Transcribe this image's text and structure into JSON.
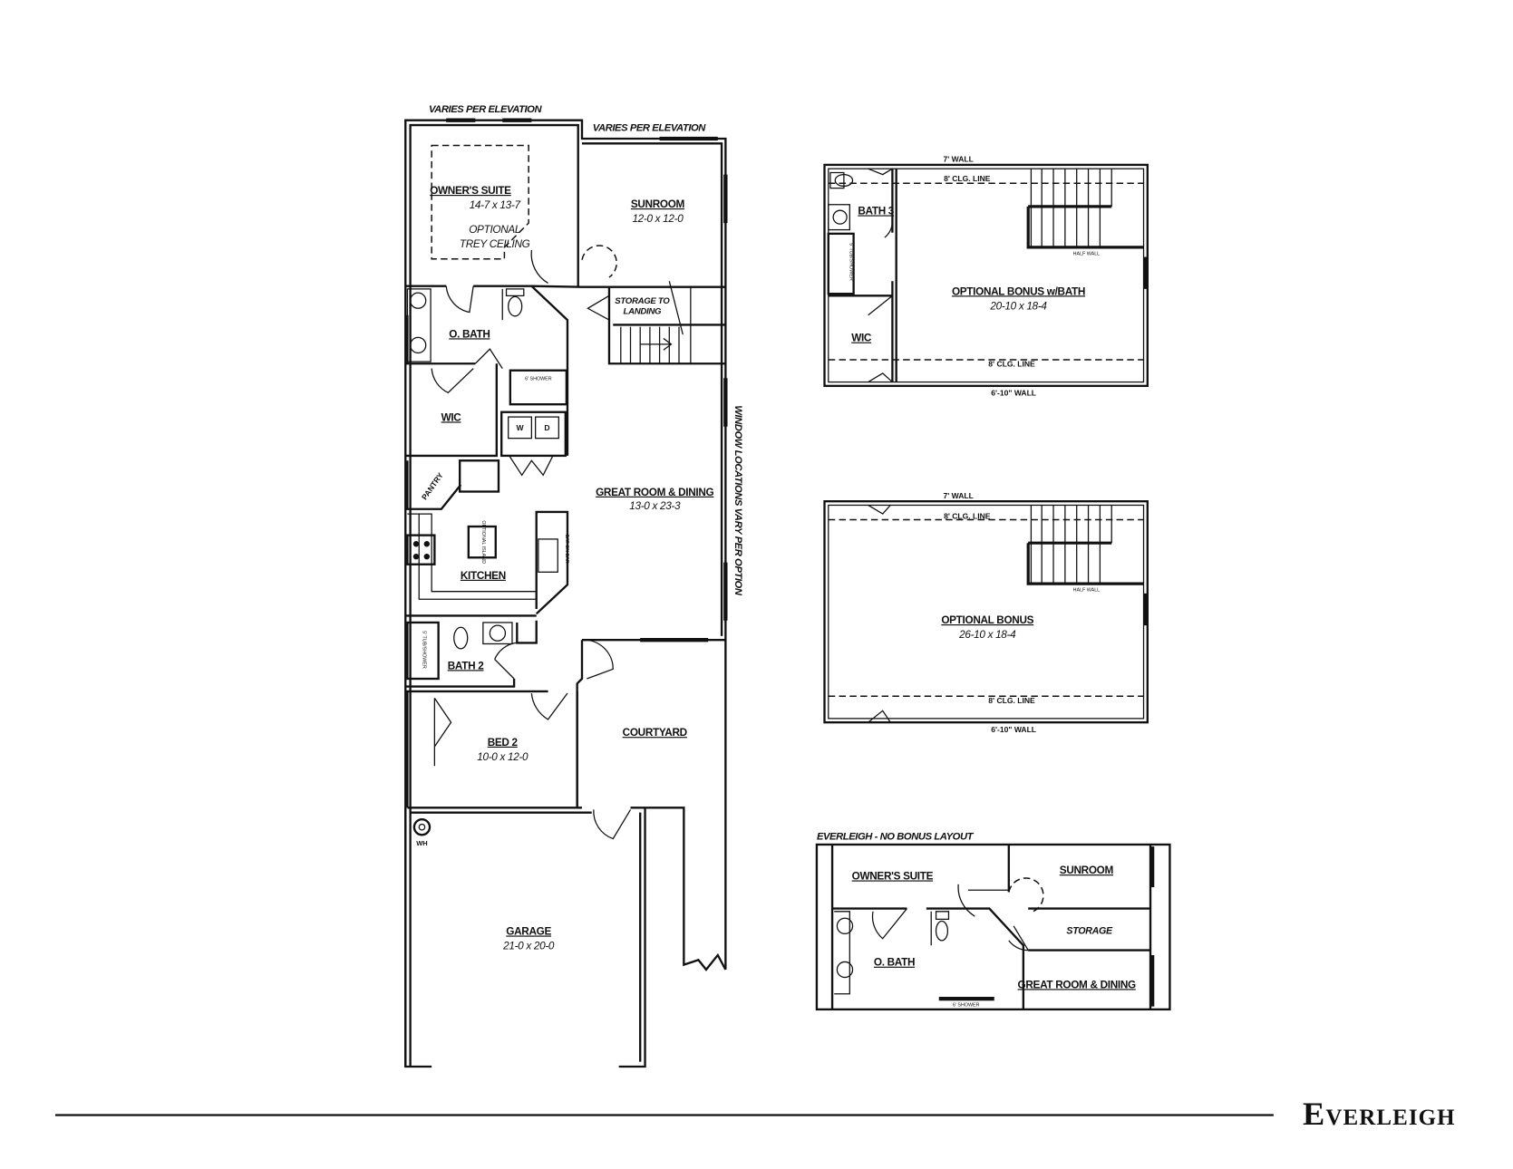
{
  "brand": "Everleigh",
  "main_plan": {
    "notes": {
      "top_left": "VARIES PER ELEVATION",
      "top_right": "VARIES PER ELEVATION",
      "side": "WINDOW LOCATIONS VARY PER OPTION"
    },
    "rooms": {
      "owners_suite": {
        "name": "OWNER'S SUITE",
        "dims": "14-7 x 13-7",
        "option1": "OPTIONAL",
        "option2": "TREY CEILING"
      },
      "sunroom": {
        "name": "SUNROOM",
        "dims": "12-0 x 12-0"
      },
      "storage": {
        "line1": "STORAGE TO",
        "line2": "LANDING"
      },
      "o_bath": {
        "name": "O. BATH",
        "shower": "6' SHOWER"
      },
      "wic": {
        "name": "WIC"
      },
      "laundry": {
        "washer": "W",
        "dryer": "D"
      },
      "pantry": {
        "name": "PANTRY"
      },
      "kitchen": {
        "name": "KITCHEN",
        "island": "OPTIONAL ISLAND",
        "bar": "EAT ON BAR"
      },
      "great_room": {
        "name": "GREAT ROOM & DINING",
        "dims": "13-0 x 23-3"
      },
      "bath2": {
        "name": "BATH 2",
        "tub": "5' TUB/SHOWER"
      },
      "bed2": {
        "name": "BED 2",
        "dims": "10-0 x 12-0"
      },
      "courtyard": {
        "name": "COURTYARD"
      },
      "water_heater": {
        "name": "WH"
      },
      "garage": {
        "name": "GARAGE",
        "dims": "21-0 x 20-0"
      }
    }
  },
  "bonus_bath": {
    "top_wall": "7' WALL",
    "bottom_wall": "6'-10\" WALL",
    "clg_top": "8' CLG. LINE",
    "clg_bottom": "8' CLG. LINE",
    "half_wall": "HALF WALL",
    "bath3": "BATH 3",
    "tub": "5' TUB/SHOWER",
    "wic": "WIC",
    "name": "OPTIONAL BONUS w/BATH",
    "dims": "20-10 x 18-4"
  },
  "bonus": {
    "top_wall": "7' WALL",
    "bottom_wall": "6'-10\" WALL",
    "clg_top": "8' CLG. LINE",
    "clg_bottom": "8' CLG. LINE",
    "half_wall": "HALF WALL",
    "name": "OPTIONAL BONUS",
    "dims": "26-10 x 18-4"
  },
  "no_bonus": {
    "title": "EVERLEIGH - NO BONUS LAYOUT",
    "owners_suite": "OWNER'S SUITE",
    "sunroom": "SUNROOM",
    "storage": "STORAGE",
    "o_bath": "O. BATH",
    "great_room": "GREAT ROOM & DINING",
    "shower": "6' SHOWER"
  }
}
